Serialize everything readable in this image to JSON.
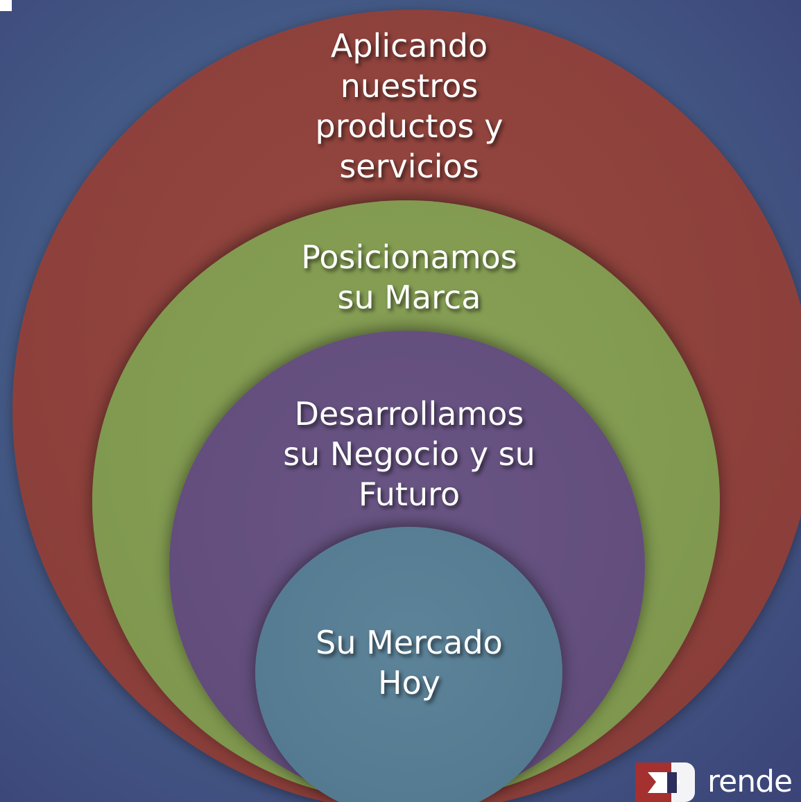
{
  "diagram": {
    "rings": [
      {
        "id": "outer",
        "label": "Aplicando\nnuestros\nproductos y\nservicios",
        "color": "#8d403b"
      },
      {
        "id": "green",
        "label": "Posicionamos\nsu Marca",
        "color": "#819a50"
      },
      {
        "id": "purple",
        "label": "Desarrollamos\nsu Negocio y su\nFuturo",
        "color": "#634e7d"
      },
      {
        "id": "blue",
        "label": "Su Mercado\nHoy",
        "color": "#567c93"
      }
    ]
  },
  "logo": {
    "text": "rende",
    "icon": "brand-mark-icon"
  },
  "background_color": "#445a86"
}
